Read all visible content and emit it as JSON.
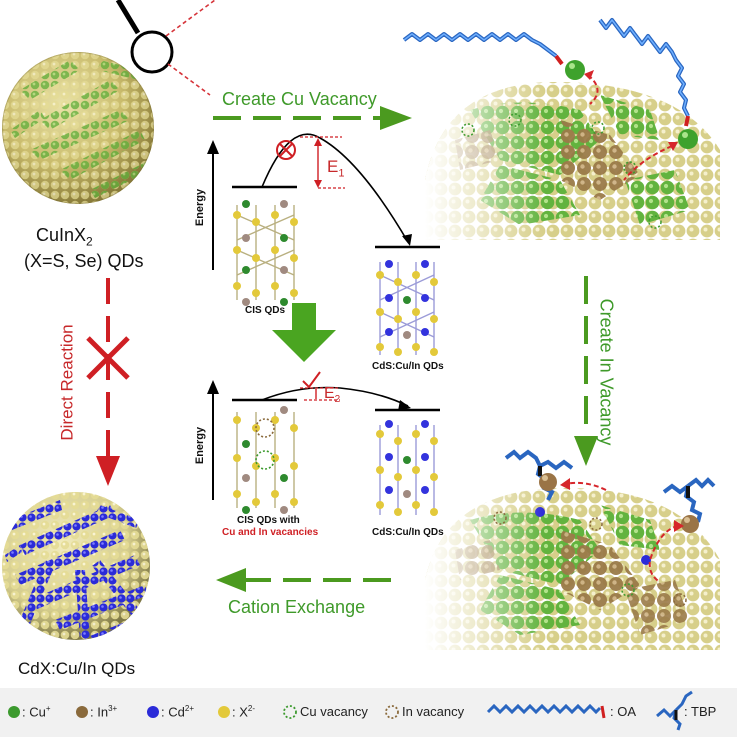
{
  "particles": {
    "cuinx2_label": "CuInX",
    "cuinx2_sub": "2",
    "cuinx2_composition": "(X=S, Se) QDs",
    "cdx_label": "CdX:Cu/In QDs"
  },
  "steps": {
    "create_cu_vacancy": "Create Cu Vacancy",
    "create_in_vacancy": "Create In Vacancy",
    "cation_exchange": "Cation Exchange",
    "direct_reaction": "Direct Reaction"
  },
  "energy_top": {
    "axis_label": "Energy",
    "barrier_label": "E",
    "barrier_sub": "1",
    "left_caption": "CIS QDs",
    "right_caption": "CdS:Cu/In QDs"
  },
  "energy_bottom": {
    "axis_label": "Energy",
    "barrier_label": "E",
    "barrier_sub": "2",
    "left_caption_line1": "CIS QDs with",
    "left_caption_line2": "Cu and In vacancies",
    "right_caption": "CdS:Cu/In QDs"
  },
  "legend": {
    "cu": "Cu",
    "cu_sup": "+",
    "in": "In",
    "in_sup": "3+",
    "cd": "Cd",
    "cd_sup": "2+",
    "x": "X",
    "x_sup": "2-",
    "cu_vacancy": "Cu vacancy",
    "in_vacancy": "In vacancy",
    "oa": "OA",
    "tbp": "TBP",
    "colon": ":"
  },
  "colors": {
    "green_arrow": "#4b9a1f",
    "red_arrow": "#cf1f24",
    "cu": "#3c9a2e",
    "in": "#8a6a3c",
    "cd": "#2b2bd8",
    "x": "#e8d27a",
    "chain": "#3a7fd8"
  }
}
